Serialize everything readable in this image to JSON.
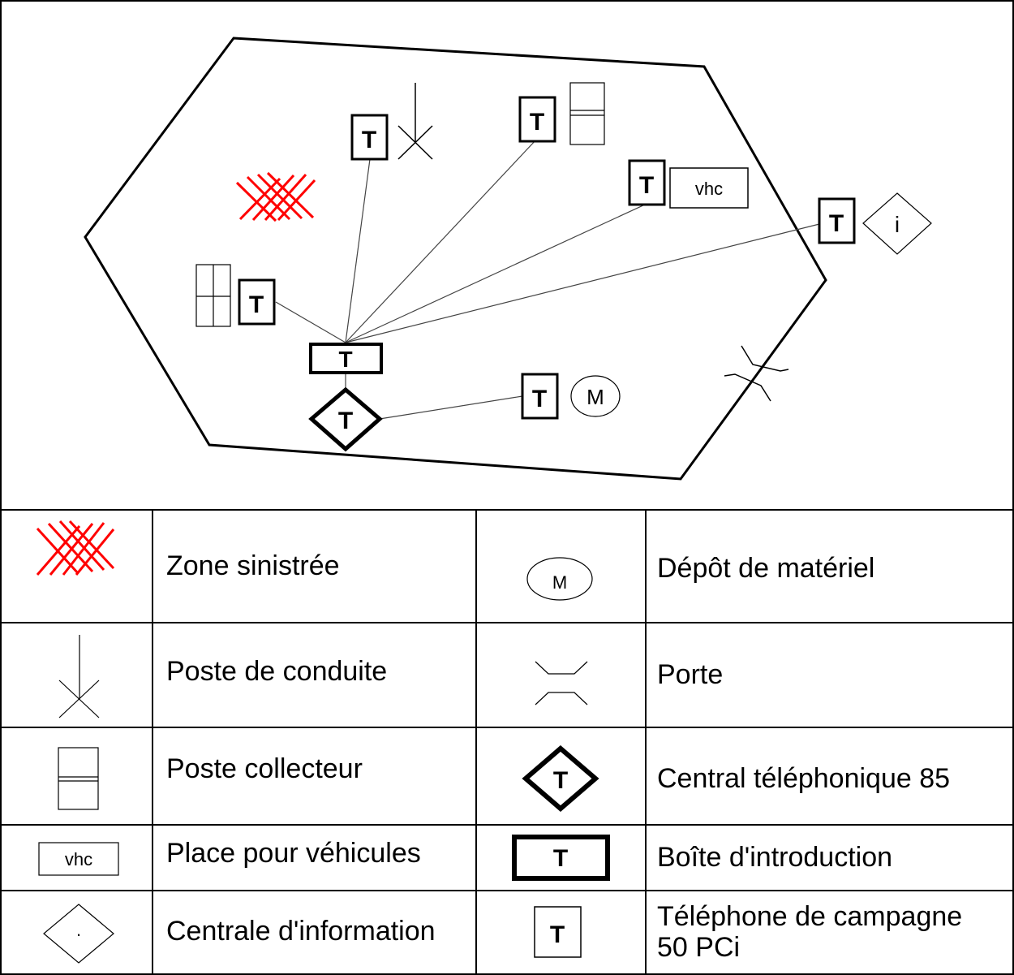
{
  "diagram": {
    "box_label": "vhc",
    "info_label": "i",
    "depot_label": "M",
    "telephone_label": "T",
    "fire_color": "#ff0000"
  },
  "legend": {
    "rows": [
      {
        "left": "Zone sinistrée",
        "right": "Dépôt de matériel"
      },
      {
        "left": "Poste de conduite",
        "right": "Porte"
      },
      {
        "left": "Poste collecteur",
        "right": "Central téléphonique 85"
      },
      {
        "left": "Place pour véhicules",
        "right": "Boîte d'introduction"
      },
      {
        "left": "Centrale d'information",
        "right": "Téléphone de campagne 50 PCi"
      }
    ],
    "symbols": {
      "vhc": "vhc",
      "info": "·",
      "depot": "M",
      "telephone": "T"
    }
  }
}
